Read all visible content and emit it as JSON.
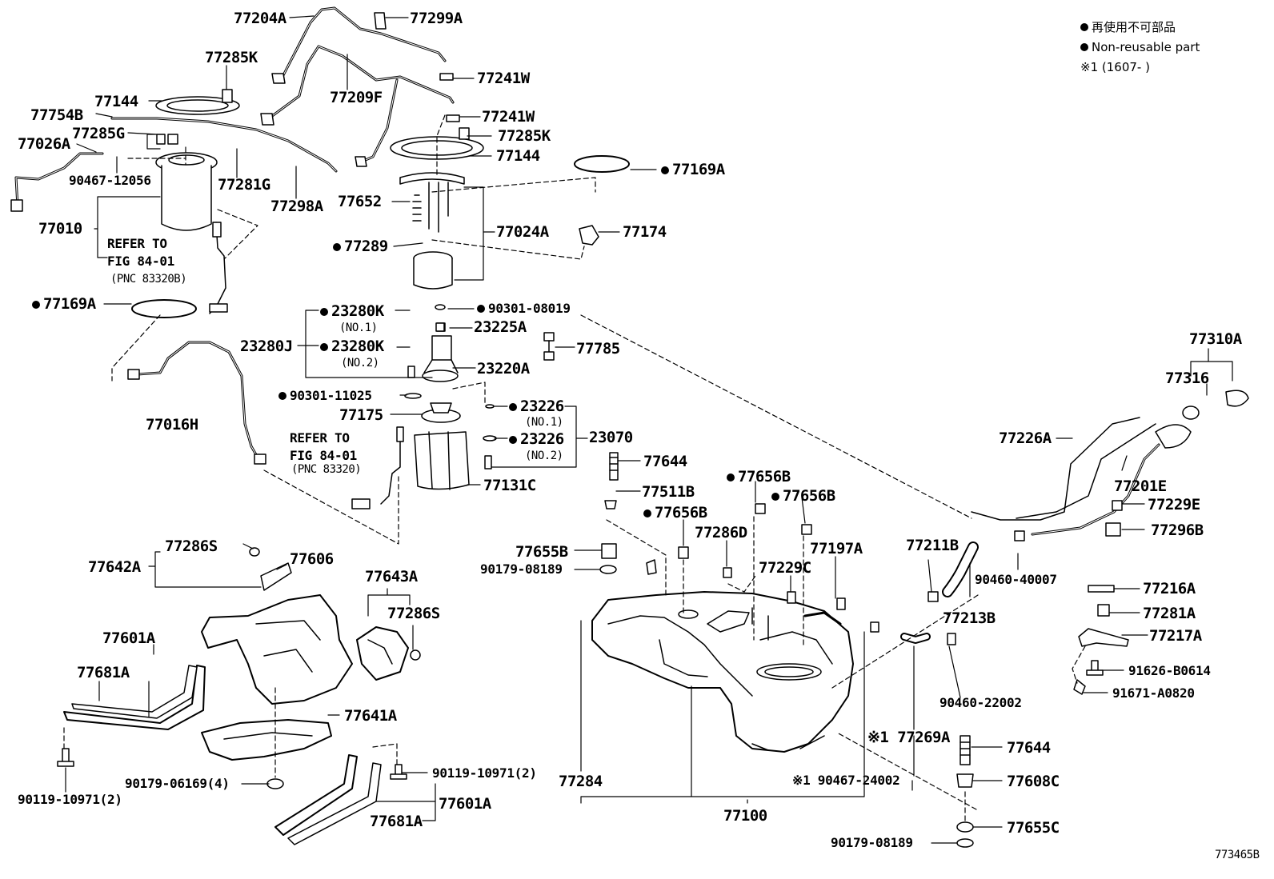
{
  "legend": {
    "jp": "再使用不可部品",
    "en": "Non-reusable part",
    "note": "※1 (1607-      )"
  },
  "diagram_id": "773465B",
  "refs": {
    "fig_a": [
      "REFER TO",
      "FIG 84-01",
      "(PNC 83320B)"
    ],
    "fig_b": [
      "REFER TO",
      "FIG 84-01",
      "(PNC 83320)"
    ]
  },
  "parts": [
    "77204A",
    "77299A",
    "77285K",
    "77241W",
    "77144",
    "77209F",
    "77754B",
    "77285G",
    "77026A",
    "90467-12056",
    "77281G",
    "77241W",
    "77285K",
    "77144",
    "77169A",
    "77298A",
    "77652",
    "77010",
    "77024A",
    "77174",
    "77289",
    "77169A",
    "23280K",
    "(NO.1)",
    "90301-08019",
    "23225A",
    "23280J",
    "23280K",
    "(NO.2)",
    "77785",
    "23220A",
    "77310A",
    "77316",
    "90301-11025",
    "23226",
    "77175",
    "(NO.1)",
    "77016H",
    "23226",
    "23070",
    "(NO.2)",
    "77226A",
    "77644",
    "77201E",
    "77131C",
    "77656B",
    "77511B",
    "77656B",
    "77229E",
    "77656B",
    "77296B",
    "77286S",
    "77606",
    "77642A",
    "77286D",
    "77655B",
    "77211B",
    "77197A",
    "90460-40007",
    "90179-08189",
    "77229C",
    "77643A",
    "77216A",
    "77286S",
    "77213B",
    "77281A",
    "77601A",
    "77217A",
    "77681A",
    "91626-B0614",
    "91671-A0820",
    "90460-22002",
    "77641A",
    "※1 77269A",
    "77644",
    "90179-06169(4)",
    "90119-10971(2)",
    "90119-10971(2)",
    "77608C",
    "77284",
    "※1 90467-24002",
    "77601A",
    "77681A",
    "77100",
    "77655C",
    "90179-08189"
  ]
}
